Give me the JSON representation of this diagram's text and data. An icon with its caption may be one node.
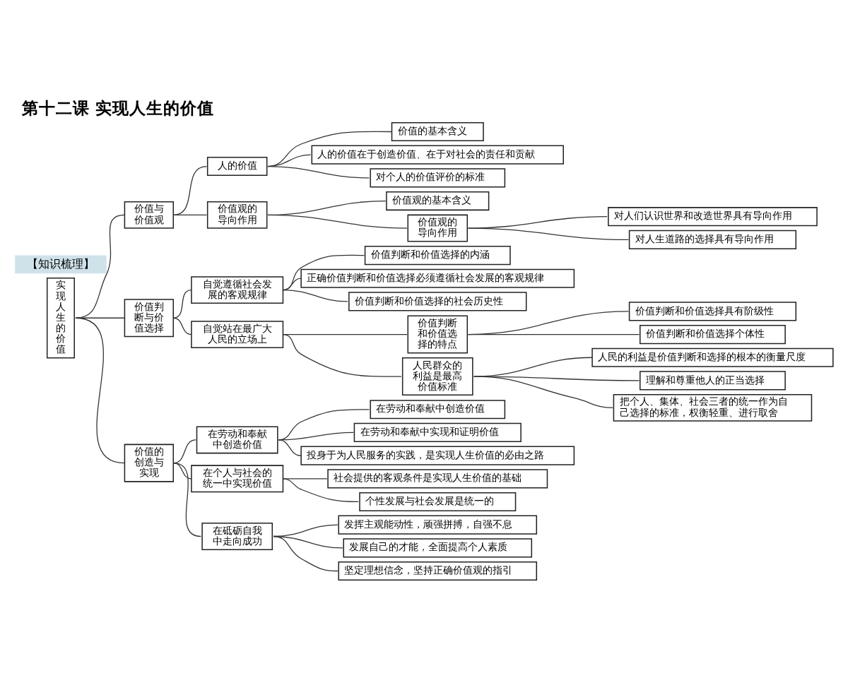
{
  "diagram": {
    "title": "第十二课 实现人生的价值",
    "nodes": [
      {
        "text": [
          "实现人生的价值"
        ]
      },
      {
        "text": [
          "价值与价值观"
        ]
      },
      {
        "text": [
          "人的价值"
        ]
      },
      {
        "text": [
          "价值的基本含义"
        ]
      },
      {
        "text": [
          "人的价值在于创造价值、在于对社会的责任和贡献"
        ]
      },
      {
        "text": [
          "对个人的价值评价的标准"
        ]
      },
      {
        "text": [
          "价值观的导向作用"
        ]
      },
      {
        "text": [
          "价值观的基本含义"
        ]
      },
      {
        "text": [
          "价值观的导向作用"
        ]
      },
      {
        "text": [
          "对人们认识世界和改造世界具有导向作用"
        ]
      },
      {
        "text": [
          "对人生道路的选择具有导向作用"
        ]
      },
      {
        "text": [
          "价值判断与价值选择"
        ]
      },
      {
        "text": [
          "自觉遵循社会发展的客观规律"
        ]
      },
      {
        "text": [
          "价值判断和价值选择的内涵"
        ]
      },
      {
        "text": [
          "正确价值判断和价值选择必须遵循社会发展的客观规律"
        ]
      },
      {
        "text": [
          "价值判断和价值选择的社会历史性"
        ]
      },
      {
        "text": [
          "自觉站在最广大人民的立场上"
        ]
      },
      {
        "text": [
          "价值判断和价值选择的特点"
        ]
      },
      {
        "text": [
          "价值判断和价值选择具有阶级性"
        ]
      },
      {
        "text": [
          "价值判断和价值选择个体性"
        ]
      },
      {
        "text": [
          "人民群众的利益是最高价值标准"
        ]
      },
      {
        "text": [
          "人民的利益是价值判断和选择的根本的衡量尺度"
        ]
      },
      {
        "text": [
          "理解和尊重他人的正当选择"
        ]
      },
      {
        "text": [
          "把个人、集体、社会三者的统一作为自己选择的标准，权衡轻重、进行取舍"
        ]
      },
      {
        "text": [
          "价值的创造与实现"
        ]
      },
      {
        "text": [
          "在劳动和奉献中创造价值"
        ]
      },
      {
        "text": [
          "在劳动和奉献中创造价值"
        ]
      },
      {
        "text": [
          "在劳动和奉献中实现和证明价值"
        ]
      },
      {
        "text": [
          "投身于为人民服务的实践，是实现人生价值的必由之路"
        ]
      },
      {
        "text": [
          "在个人与社会的统一中实现价值"
        ]
      },
      {
        "text": [
          "社会提供的客观条件是实现人生价值的基础"
        ]
      },
      {
        "text": [
          "个性发展与社会发展是统一的"
        ]
      },
      {
        "text": [
          "在砥砺自我中走向成功"
        ]
      },
      {
        "text": [
          "发挥主观能动性，顽强拼搏，自强不息"
        ]
      },
      {
        "text": [
          "发展自己的才能，全面提高个人素质"
        ]
      },
      {
        "text": [
          "坚定理想信念，坚持正确价值观的指引"
        ]
      }
    ],
    "edges": [
      {
        "from": 0,
        "to": 1,
        "arrow": "none"
      },
      {
        "from": 1,
        "to": 2,
        "arrow": "none"
      },
      {
        "from": 2,
        "to": 3,
        "arrow": "none"
      },
      {
        "from": 2,
        "to": 4,
        "arrow": "none"
      },
      {
        "from": 2,
        "to": 5,
        "arrow": "none"
      },
      {
        "from": 1,
        "to": 6,
        "arrow": "none"
      },
      {
        "from": 6,
        "to": 7,
        "arrow": "none"
      },
      {
        "from": 6,
        "to": 8,
        "arrow": "none"
      },
      {
        "from": 8,
        "to": 9,
        "arrow": "none"
      },
      {
        "from": 8,
        "to": 10,
        "arrow": "none"
      },
      {
        "from": 0,
        "to": 11,
        "arrow": "none"
      },
      {
        "from": 11,
        "to": 12,
        "arrow": "none"
      },
      {
        "from": 12,
        "to": 13,
        "arrow": "none"
      },
      {
        "from": 12,
        "to": 14,
        "arrow": "none"
      },
      {
        "from": 12,
        "to": 15,
        "arrow": "none"
      },
      {
        "from": 11,
        "to": 16,
        "arrow": "none"
      },
      {
        "from": 16,
        "to": 17,
        "arrow": "none"
      },
      {
        "from": 17,
        "to": 18,
        "arrow": "none"
      },
      {
        "from": 17,
        "to": 19,
        "arrow": "none"
      },
      {
        "from": 16,
        "to": 20,
        "arrow": "none"
      },
      {
        "from": 20,
        "to": 21,
        "arrow": "none"
      },
      {
        "from": 20,
        "to": 22,
        "arrow": "none"
      },
      {
        "from": 20,
        "to": 23,
        "arrow": "none"
      },
      {
        "from": 0,
        "to": 24,
        "arrow": "none"
      },
      {
        "from": 24,
        "to": 25,
        "arrow": "none"
      },
      {
        "from": 25,
        "to": 26,
        "arrow": "none"
      },
      {
        "from": 25,
        "to": 27,
        "arrow": "none"
      },
      {
        "from": 25,
        "to": 28,
        "arrow": "none"
      },
      {
        "from": 24,
        "to": 29,
        "arrow": "none"
      },
      {
        "from": 29,
        "to": 30,
        "arrow": "none"
      },
      {
        "from": 29,
        "to": 31,
        "arrow": "none"
      },
      {
        "from": 24,
        "to": 32,
        "arrow": "none"
      },
      {
        "from": 32,
        "to": 33,
        "arrow": "none"
      },
      {
        "from": 32,
        "to": 34,
        "arrow": "none"
      },
      {
        "from": 32,
        "to": 35,
        "arrow": "none"
      }
    ],
    "labels": [
      "【知识梳理】"
    ]
  }
}
